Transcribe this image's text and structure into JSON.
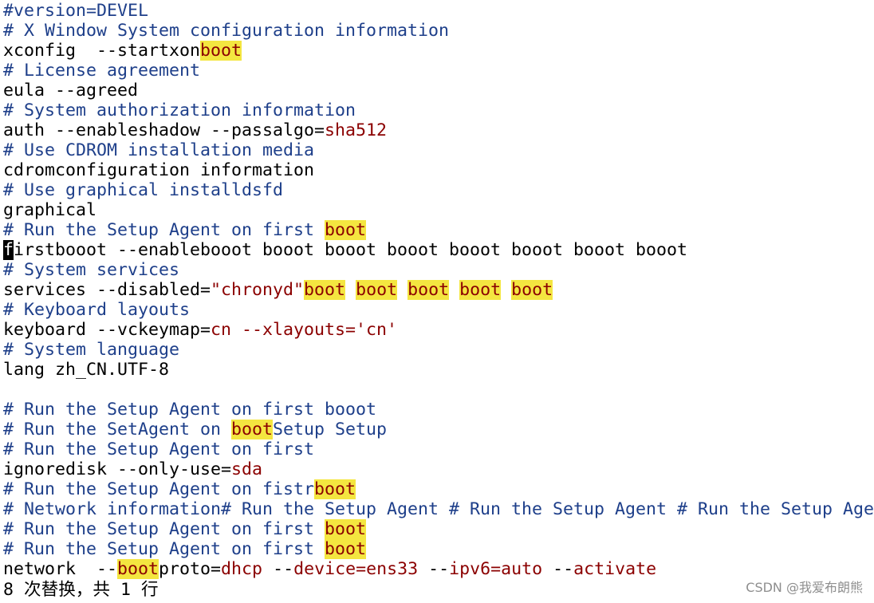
{
  "window": {
    "title": "vim"
  },
  "colors": {
    "comment": "#1e3f8a",
    "string": "#8b0000",
    "search_highlight": "#f4e640",
    "cursor": "#000000",
    "background": "#ffffff"
  },
  "lines": [
    [
      {
        "t": "#version=DEVEL",
        "c": "comment"
      }
    ],
    [
      {
        "t": "# X Window System configuration information",
        "c": "comment"
      }
    ],
    [
      {
        "t": "xconfig  --startxon",
        "c": "normal"
      },
      {
        "t": "boot",
        "c": "match"
      }
    ],
    [
      {
        "t": "# License agreement",
        "c": "comment"
      }
    ],
    [
      {
        "t": "eula --agreed",
        "c": "normal"
      }
    ],
    [
      {
        "t": "# System authorization information",
        "c": "comment"
      }
    ],
    [
      {
        "t": "auth --enableshadow --passalgo=",
        "c": "normal"
      },
      {
        "t": "sha512",
        "c": "string"
      }
    ],
    [
      {
        "t": "# Use CDROM installation media",
        "c": "comment"
      }
    ],
    [
      {
        "t": "cdromconfiguration information",
        "c": "normal"
      }
    ],
    [
      {
        "t": "# Use graphical installdsfd",
        "c": "comment"
      }
    ],
    [
      {
        "t": "graphical",
        "c": "normal"
      }
    ],
    [
      {
        "t": "# Run the Setup Agent on first ",
        "c": "comment"
      },
      {
        "t": "boot",
        "c": "match"
      }
    ],
    [
      {
        "t": "f",
        "c": "cursor"
      },
      {
        "t": "irstbooot --enablebooot booot booot booot booot booot booot booot",
        "c": "normal"
      }
    ],
    [
      {
        "t": "# System services",
        "c": "comment"
      }
    ],
    [
      {
        "t": "services --disabled=",
        "c": "normal"
      },
      {
        "t": "\"chronyd\"",
        "c": "string"
      },
      {
        "t": "boot",
        "c": "match"
      },
      {
        "t": " ",
        "c": "normal"
      },
      {
        "t": "boot",
        "c": "match"
      },
      {
        "t": " ",
        "c": "normal"
      },
      {
        "t": "boot",
        "c": "match"
      },
      {
        "t": " ",
        "c": "normal"
      },
      {
        "t": "boot",
        "c": "match"
      },
      {
        "t": " ",
        "c": "normal"
      },
      {
        "t": "boot",
        "c": "match"
      }
    ],
    [
      {
        "t": "# Keyboard layouts",
        "c": "comment"
      }
    ],
    [
      {
        "t": "keyboard --vckeymap=",
        "c": "normal"
      },
      {
        "t": "cn --xlayouts='cn'",
        "c": "string"
      }
    ],
    [
      {
        "t": "# System language",
        "c": "comment"
      }
    ],
    [
      {
        "t": "lang zh_CN.UTF-8",
        "c": "normal"
      }
    ],
    [
      {
        "t": " ",
        "c": "normal"
      }
    ],
    [
      {
        "t": "# Run the Setup Agent on first booot",
        "c": "comment"
      }
    ],
    [
      {
        "t": "# Run the SetAgent on ",
        "c": "comment"
      },
      {
        "t": "boot",
        "c": "match"
      },
      {
        "t": "Setup Setup",
        "c": "comment"
      }
    ],
    [
      {
        "t": "# Run the Setup Agent on first",
        "c": "comment"
      }
    ],
    [
      {
        "t": "ignoredisk --only-use=",
        "c": "normal"
      },
      {
        "t": "sda",
        "c": "string"
      }
    ],
    [
      {
        "t": "# Run the Setup Agent on fistr",
        "c": "comment"
      },
      {
        "t": "boot",
        "c": "match"
      }
    ],
    [
      {
        "t": "# Network information# Run the Setup Agent # Run the Setup Agent # Run the Setup Age",
        "c": "comment"
      }
    ],
    [
      {
        "t": "# Run the Setup Agent on first ",
        "c": "comment"
      },
      {
        "t": "boot",
        "c": "match"
      }
    ],
    [
      {
        "t": "# Run the Setup Agent on first ",
        "c": "comment"
      },
      {
        "t": "boot",
        "c": "match"
      }
    ],
    [
      {
        "t": "network  --",
        "c": "normal"
      },
      {
        "t": "boot",
        "c": "match"
      },
      {
        "t": "proto=",
        "c": "normal"
      },
      {
        "t": "dhcp",
        "c": "string"
      },
      {
        "t": " --",
        "c": "normal"
      },
      {
        "t": "device=ens33",
        "c": "string"
      },
      {
        "t": " --",
        "c": "normal"
      },
      {
        "t": "ipv6=auto",
        "c": "string"
      },
      {
        "t": " --",
        "c": "normal"
      },
      {
        "t": "activate",
        "c": "string"
      }
    ]
  ],
  "statusbar": {
    "message": "8 次替换，共 1 行"
  },
  "watermark": {
    "text": "CSDN @我爱布朗熊"
  }
}
